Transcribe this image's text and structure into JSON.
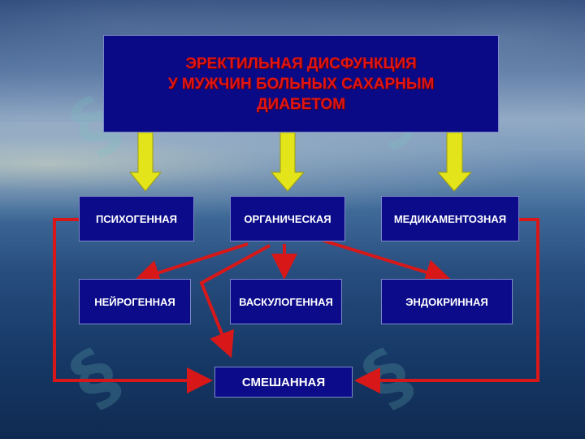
{
  "title": {
    "lines": [
      "ЭРЕКТИЛЬНАЯ ДИСФУНКЦИЯ",
      "У МУЖЧИН БОЛЬНЫХ САХАРНЫМ",
      "ДИАБЕТОМ"
    ]
  },
  "categories": {
    "psychogenic": "ПСИХОГЕННАЯ",
    "organic": "ОРГАНИЧЕСКАЯ",
    "medication": "МЕДИКАМЕНТОЗНАЯ"
  },
  "organic_subtypes": {
    "neurogenic": "НЕЙРОГЕННАЯ",
    "vasculogenic": "ВАСКУЛОГЕННАЯ",
    "endocrine": "ЭНДОКРИННАЯ"
  },
  "mixed": "СМЕШАННАЯ",
  "colors": {
    "box_fill": "#0c0c8a",
    "title_text": "#e01414",
    "yellow_arrow": "#e4e41a",
    "red_arrow": "#d81818"
  }
}
